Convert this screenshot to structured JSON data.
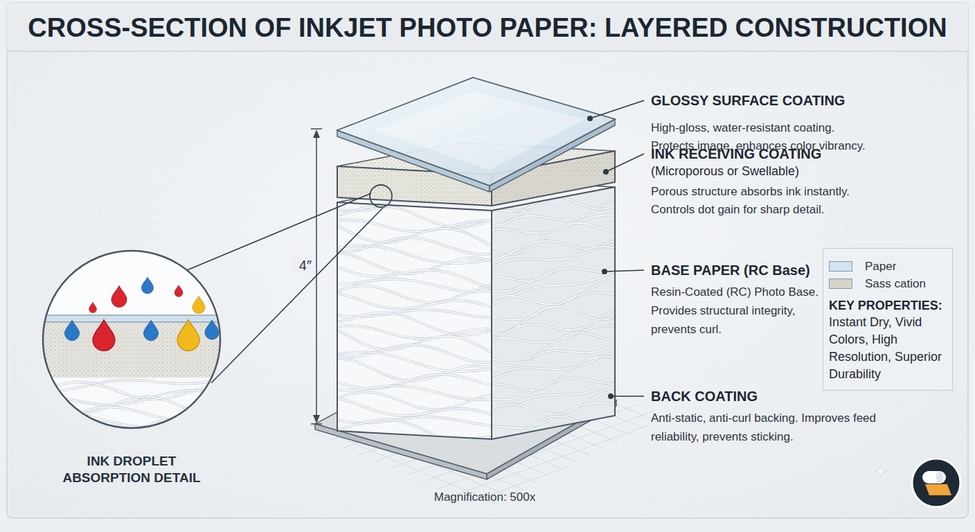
{
  "diagram": {
    "title": "CROSS-SECTION OF INKJET PHOTO PAPER: LAYERED CONSTRUCTION",
    "nodes": [
      {
        "text": [
          "INK DROPLET ABSORPTION DETAIL"
        ]
      },
      {
        "text": [
          "KEY PROPERTIES:",
          "Instant Dry, Vivid Colors, High Resolution, Superior Durability"
        ]
      }
    ],
    "labels": [
      "GLOSSY SURFACE COATING",
      "High-gloss, water-resistant coating. Protects image, enhances color vibrancy.",
      "INK RECEIVING COATING",
      "(Microporous or Swellable)",
      "Porous structure absorbs ink instantly. Controls dot gain for sharp detail.",
      "BASE PAPER (RC Base)",
      "Resin-Coated (RC) Photo Base. Provides structural integrity, prevents curl.",
      "BACK COATING",
      "Anti-static, anti-curl backing. Improves feed reliability, prevents sticking.",
      "4″",
      "Magnification: 500x"
    ],
    "legend": [
      {
        "text": "Paper",
        "color": "#d3e4f0"
      },
      {
        "text": "Sass cation",
        "color": "#d8d4c8"
      }
    ]
  }
}
